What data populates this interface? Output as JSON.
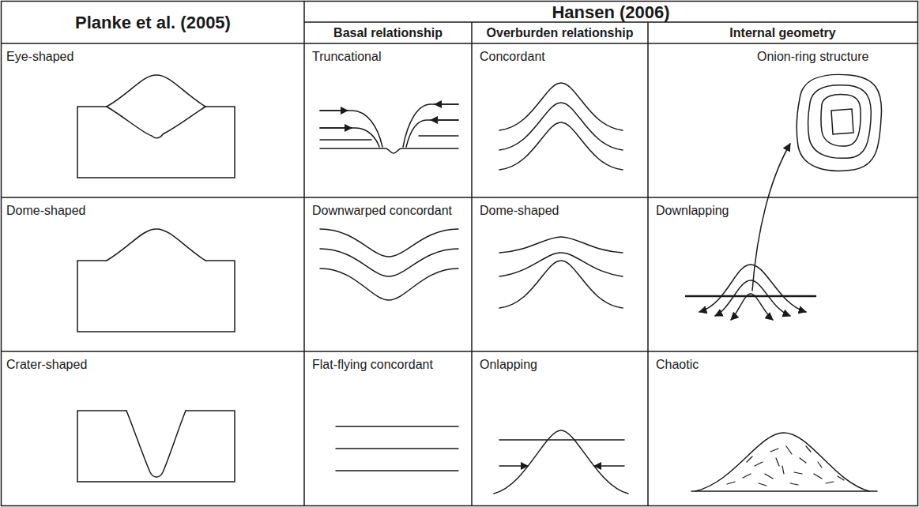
{
  "diagram": {
    "labels": [
      "Planke et al. (2005)",
      "Hansen (2006)",
      "Basal relationship",
      "Overburden relationship",
      "Internal geometry",
      "Eye-shaped",
      "Truncational",
      "Concordant",
      "Onion-ring structure",
      "Dome-shaped",
      "Downwarped concordant",
      "Dome-shaped",
      "Downlapping",
      "Crater-shaped",
      "Flat-flying concordant",
      "Onlapping",
      "Chaotic"
    ]
  }
}
